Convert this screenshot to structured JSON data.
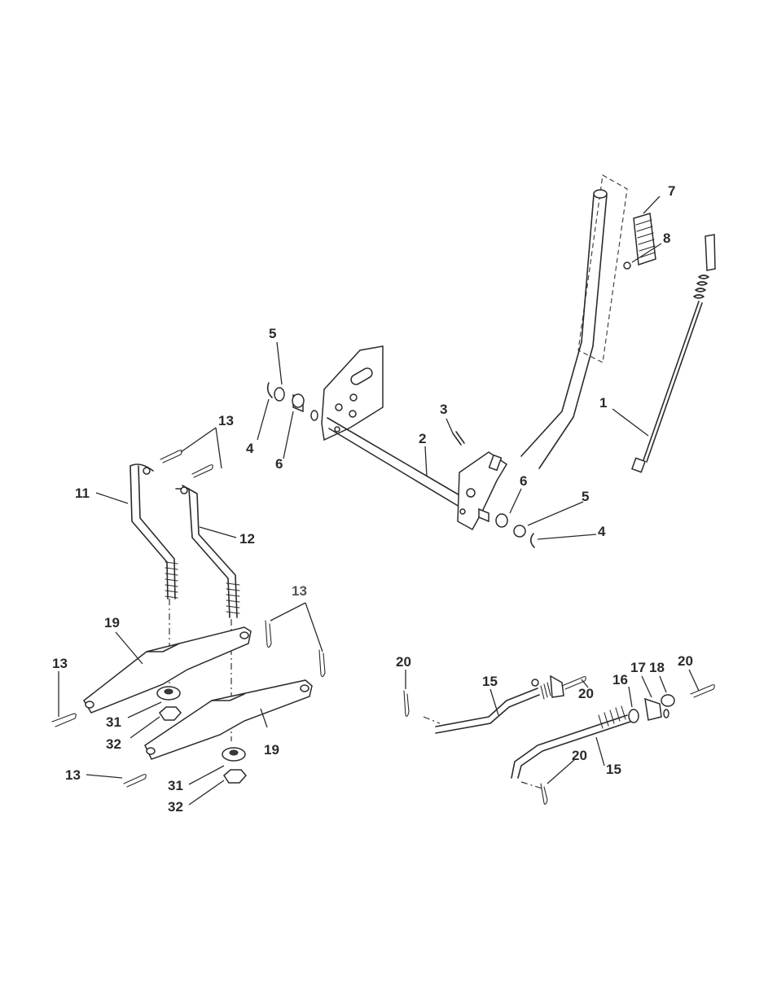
{
  "callouts": {
    "c1": "1",
    "c2": "2",
    "c3": "3",
    "c4a": "4",
    "c4b": "4",
    "c5a": "5",
    "c5b": "5",
    "c6a": "6",
    "c6b": "6",
    "c7": "7",
    "c8": "8",
    "c11": "11",
    "c12": "12",
    "c13a": "13",
    "c13b": "13",
    "c13c": "13",
    "c13d": "13",
    "c15a": "15",
    "c15b": "15",
    "c16": "16",
    "c17": "17",
    "c18": "18",
    "c19a": "19",
    "c19b": "19",
    "c20a": "20",
    "c20b": "20",
    "c20c": "20",
    "c20d": "20",
    "c31a": "31",
    "c31b": "31",
    "c32a": "32",
    "c32b": "32"
  },
  "colors": {
    "line": "#2b2b2b",
    "background": "#ffffff"
  }
}
